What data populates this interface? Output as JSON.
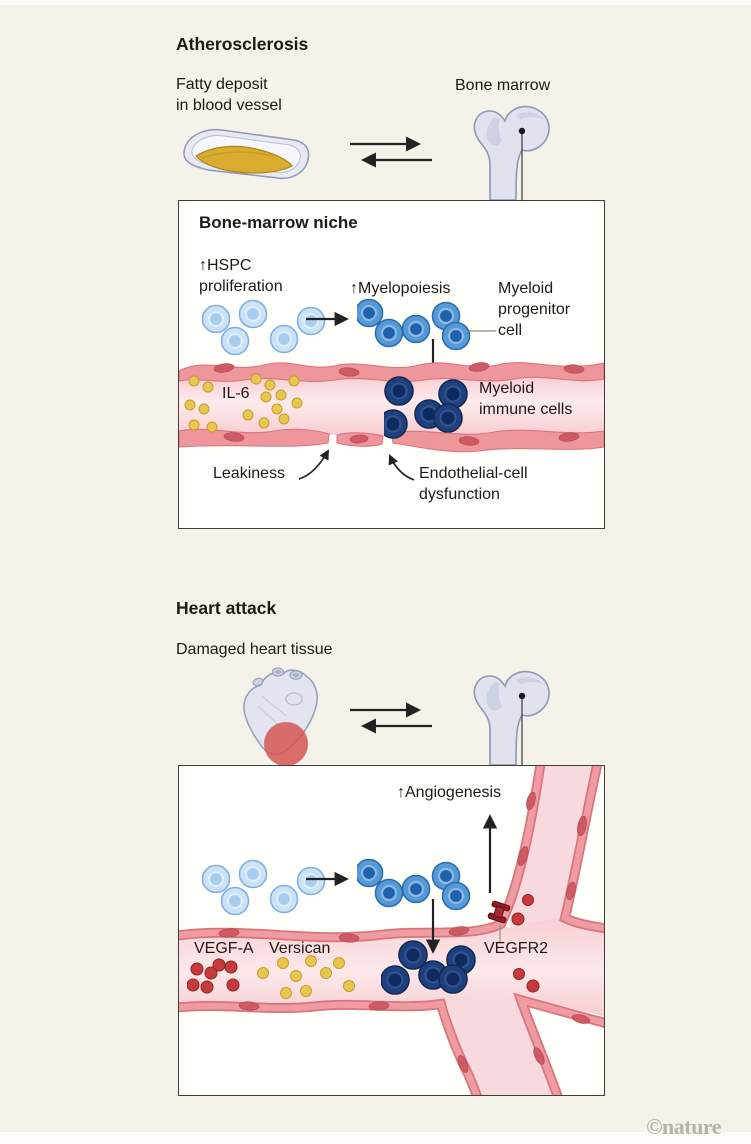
{
  "figure": {
    "credit": "©nature"
  },
  "colors": {
    "background": "#f4f2e9",
    "box_background": "#fffffb",
    "vessel_wall": "#ef959c",
    "vessel_wall_edge": "#d8747c",
    "vessel_lumen": "#f8d9dd",
    "endothelial_nucleus": "#ce5a63",
    "hspc_cell": "#cbe2f6",
    "myeloid_progenitor_cell": "#5599d6",
    "myeloid_immune_cell": "#1e4080",
    "il6_molecule": "#e9c74e",
    "vegfa_molecule": "#c63b3b",
    "vegfr2_receptor": "#8f1d22",
    "bone": "#e0e3ee",
    "plaque": "#d9ab2f",
    "damaged_tissue": "#d5504d",
    "arrow": "#222222"
  },
  "icons": {
    "exchange-arrows": "⇌",
    "up-arrow": "↑",
    "right-arrow": "→",
    "down-arrow": "↓",
    "curved-arrow": "↷"
  },
  "panel_atherosclerosis": {
    "title": "Atherosclerosis",
    "fatty_deposit_label": "Fatty deposit\nin blood vessel",
    "bone_marrow_label": "Bone marrow",
    "niche_box": {
      "title": "Bone-marrow niche",
      "hspc_label": "↑HSPC\nproliferation",
      "myelopoiesis_label": "↑Myelopoiesis",
      "myeloid_progenitor_label": "Myeloid\nprogenitor\ncell",
      "il6_label": "IL-6",
      "myeloid_immune_label": "Myeloid\nimmune cells",
      "leakiness_label": "Leakiness",
      "endothelial_dysfunction_label": "Endothelial-cell\ndysfunction"
    }
  },
  "panel_heart_attack": {
    "title": "Heart attack",
    "damaged_heart_label": "Damaged heart tissue",
    "box": {
      "angiogenesis_label": "↑Angiogenesis",
      "vegfa_label": "VEGF-A",
      "versican_label": "Versican",
      "vegfr2_label": "VEGFR2"
    }
  }
}
